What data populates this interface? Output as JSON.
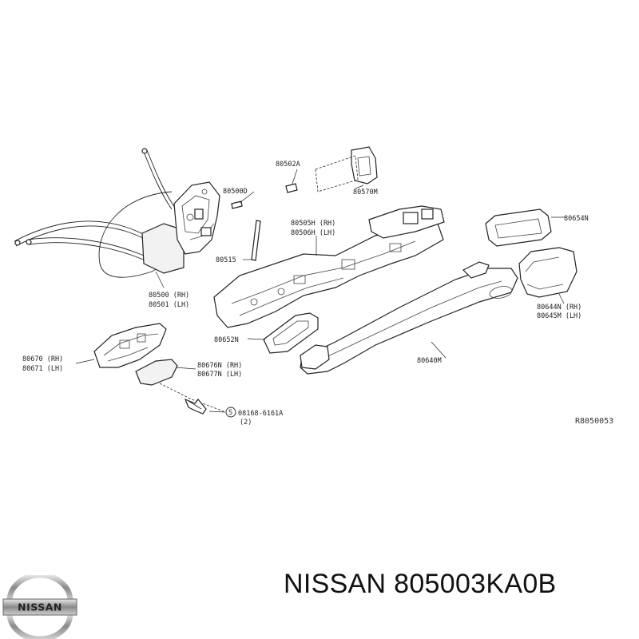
{
  "labels": {
    "p80500D": "80500D",
    "p80502A": "80502A",
    "p80570M": "80570M",
    "p80505H": "80505H (RH)",
    "p80506H": "80506H (LH)",
    "p80515": "80515",
    "p80500": "80500 (RH)",
    "p80501": "80501 (LH)",
    "p80654N": "80654N",
    "p80644N": "80644N (RH)",
    "p80645M": "80645M (LH)",
    "p80652N": "80652N",
    "p80640M": "80640M",
    "p80670": "80670 (RH)",
    "p80671": "80671 (LH)",
    "p80676N": "80676N (RH)",
    "p80677N": "80677N (LH)",
    "p08168": "08168-6161A",
    "p08168q": "(2)",
    "screw_symbol": "S"
  },
  "reference_code": "R8050053",
  "footer": {
    "brand_logo_text": "NISSAN",
    "title": "NISSAN 805003KA0B"
  }
}
